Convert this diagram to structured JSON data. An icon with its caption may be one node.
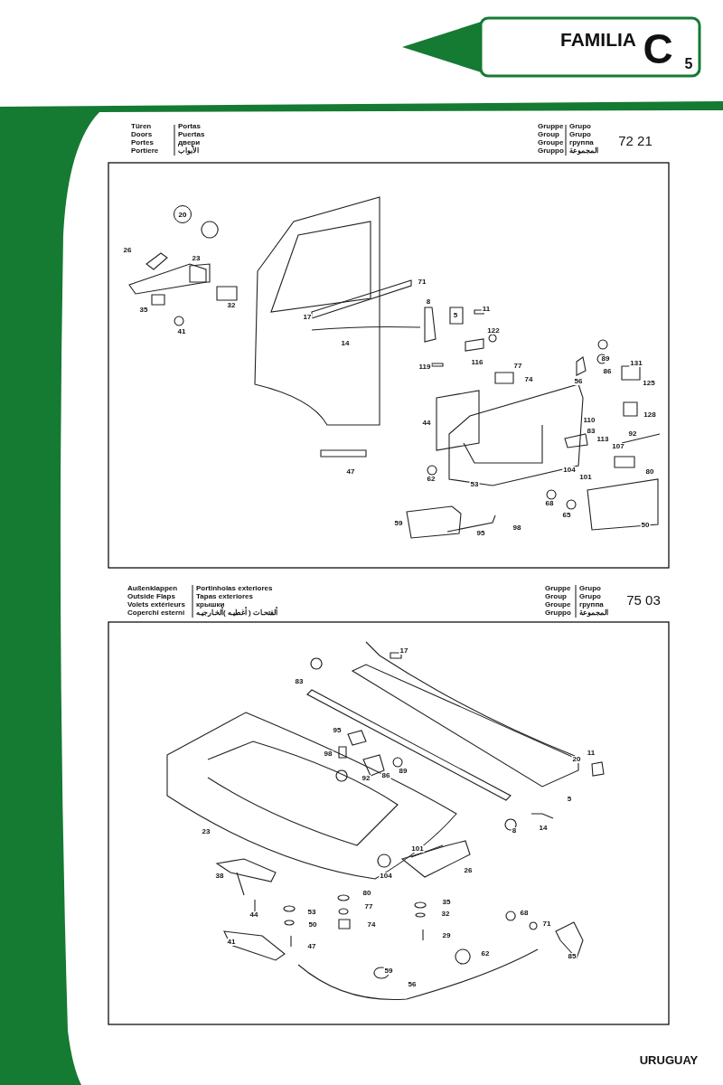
{
  "diagram": {
    "nodes": [
      {
        "text": [
          "20"
        ]
      }
    ],
    "labels": [
      "FAMILIA",
      "C",
      "5",
      "Türen",
      "Portas",
      "Doors",
      "Puertas",
      "Portes",
      "двери",
      "Portiere",
      "الأبواب",
      "Gruppe",
      "Grupo",
      "Group",
      "Grupo",
      "Groupe",
      "группа",
      "Gruppo",
      "المجموعة",
      "72 21",
      "26",
      "23",
      "71",
      "8",
      "32",
      "11",
      "35",
      "5",
      "17",
      "122",
      "41",
      "14",
      "89",
      "116",
      "131",
      "119",
      "77",
      "86",
      "74",
      "56",
      "125",
      "128",
      "110",
      "44",
      "83",
      "92",
      "113",
      "107",
      "104",
      "47",
      "80",
      "101",
      "62",
      "53",
      "68",
      "65",
      "59",
      "50",
      "98",
      "95",
      "Außenklappen",
      "Portinholas exteriores",
      "Outside Flaps",
      "Tapas exteriores",
      "Volets extérieurs",
      "крышки",
      "Coperchi esterni",
      "ألفتحـات ( أغطيـه )ألخـارجيـه",
      "Gruppe",
      "Grupo",
      "Group",
      "Grupo",
      "Groupe",
      "группа",
      "Gruppo",
      "المجموعة",
      "75 03",
      "17",
      "83",
      "95",
      "98",
      "20",
      "89",
      "11",
      "86",
      "92",
      "5",
      "14",
      "8",
      "23",
      "101",
      "26",
      "38",
      "104",
      "80",
      "35",
      "77",
      "53",
      "68",
      "32",
      "44",
      "71",
      "74",
      "50",
      "29",
      "41",
      "47",
      "62",
      "85",
      "59",
      "56",
      "URUGUAY"
    ]
  }
}
